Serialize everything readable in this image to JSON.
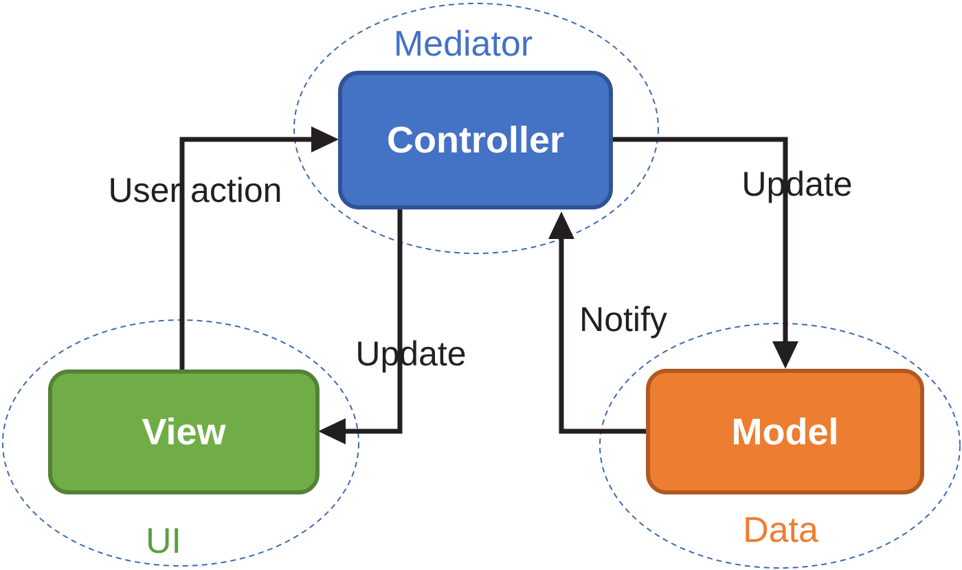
{
  "diagram": {
    "type": "mvc-pattern-diagram",
    "nodes": {
      "controller": {
        "label": "Controller",
        "fill": "#4472C4",
        "border": "#2F5496"
      },
      "view": {
        "label": "View",
        "fill": "#70AD47",
        "border": "#548235"
      },
      "model": {
        "label": "Model",
        "fill": "#ED7D31",
        "border": "#AE5A21"
      }
    },
    "group_labels": {
      "mediator": {
        "label": "Mediator",
        "color": "#4472C4",
        "contains": "Controller"
      },
      "ui": {
        "label": "UI",
        "color": "#5B9E3E",
        "contains": "View"
      },
      "data": {
        "label": "Data",
        "color": "#ED7D31",
        "contains": "Model"
      }
    },
    "edges": [
      {
        "from": "View",
        "to": "Controller",
        "label": "User action"
      },
      {
        "from": "Controller",
        "to": "View",
        "label": "Update"
      },
      {
        "from": "Controller",
        "to": "Model",
        "label": "Update"
      },
      {
        "from": "Model",
        "to": "Controller",
        "label": "Notify"
      }
    ],
    "styles": {
      "ellipse_stroke": "#3B69AE",
      "arrow_color": "#231F20",
      "node_text_color": "#FFFFFF",
      "background": "#FFFFFF"
    }
  }
}
